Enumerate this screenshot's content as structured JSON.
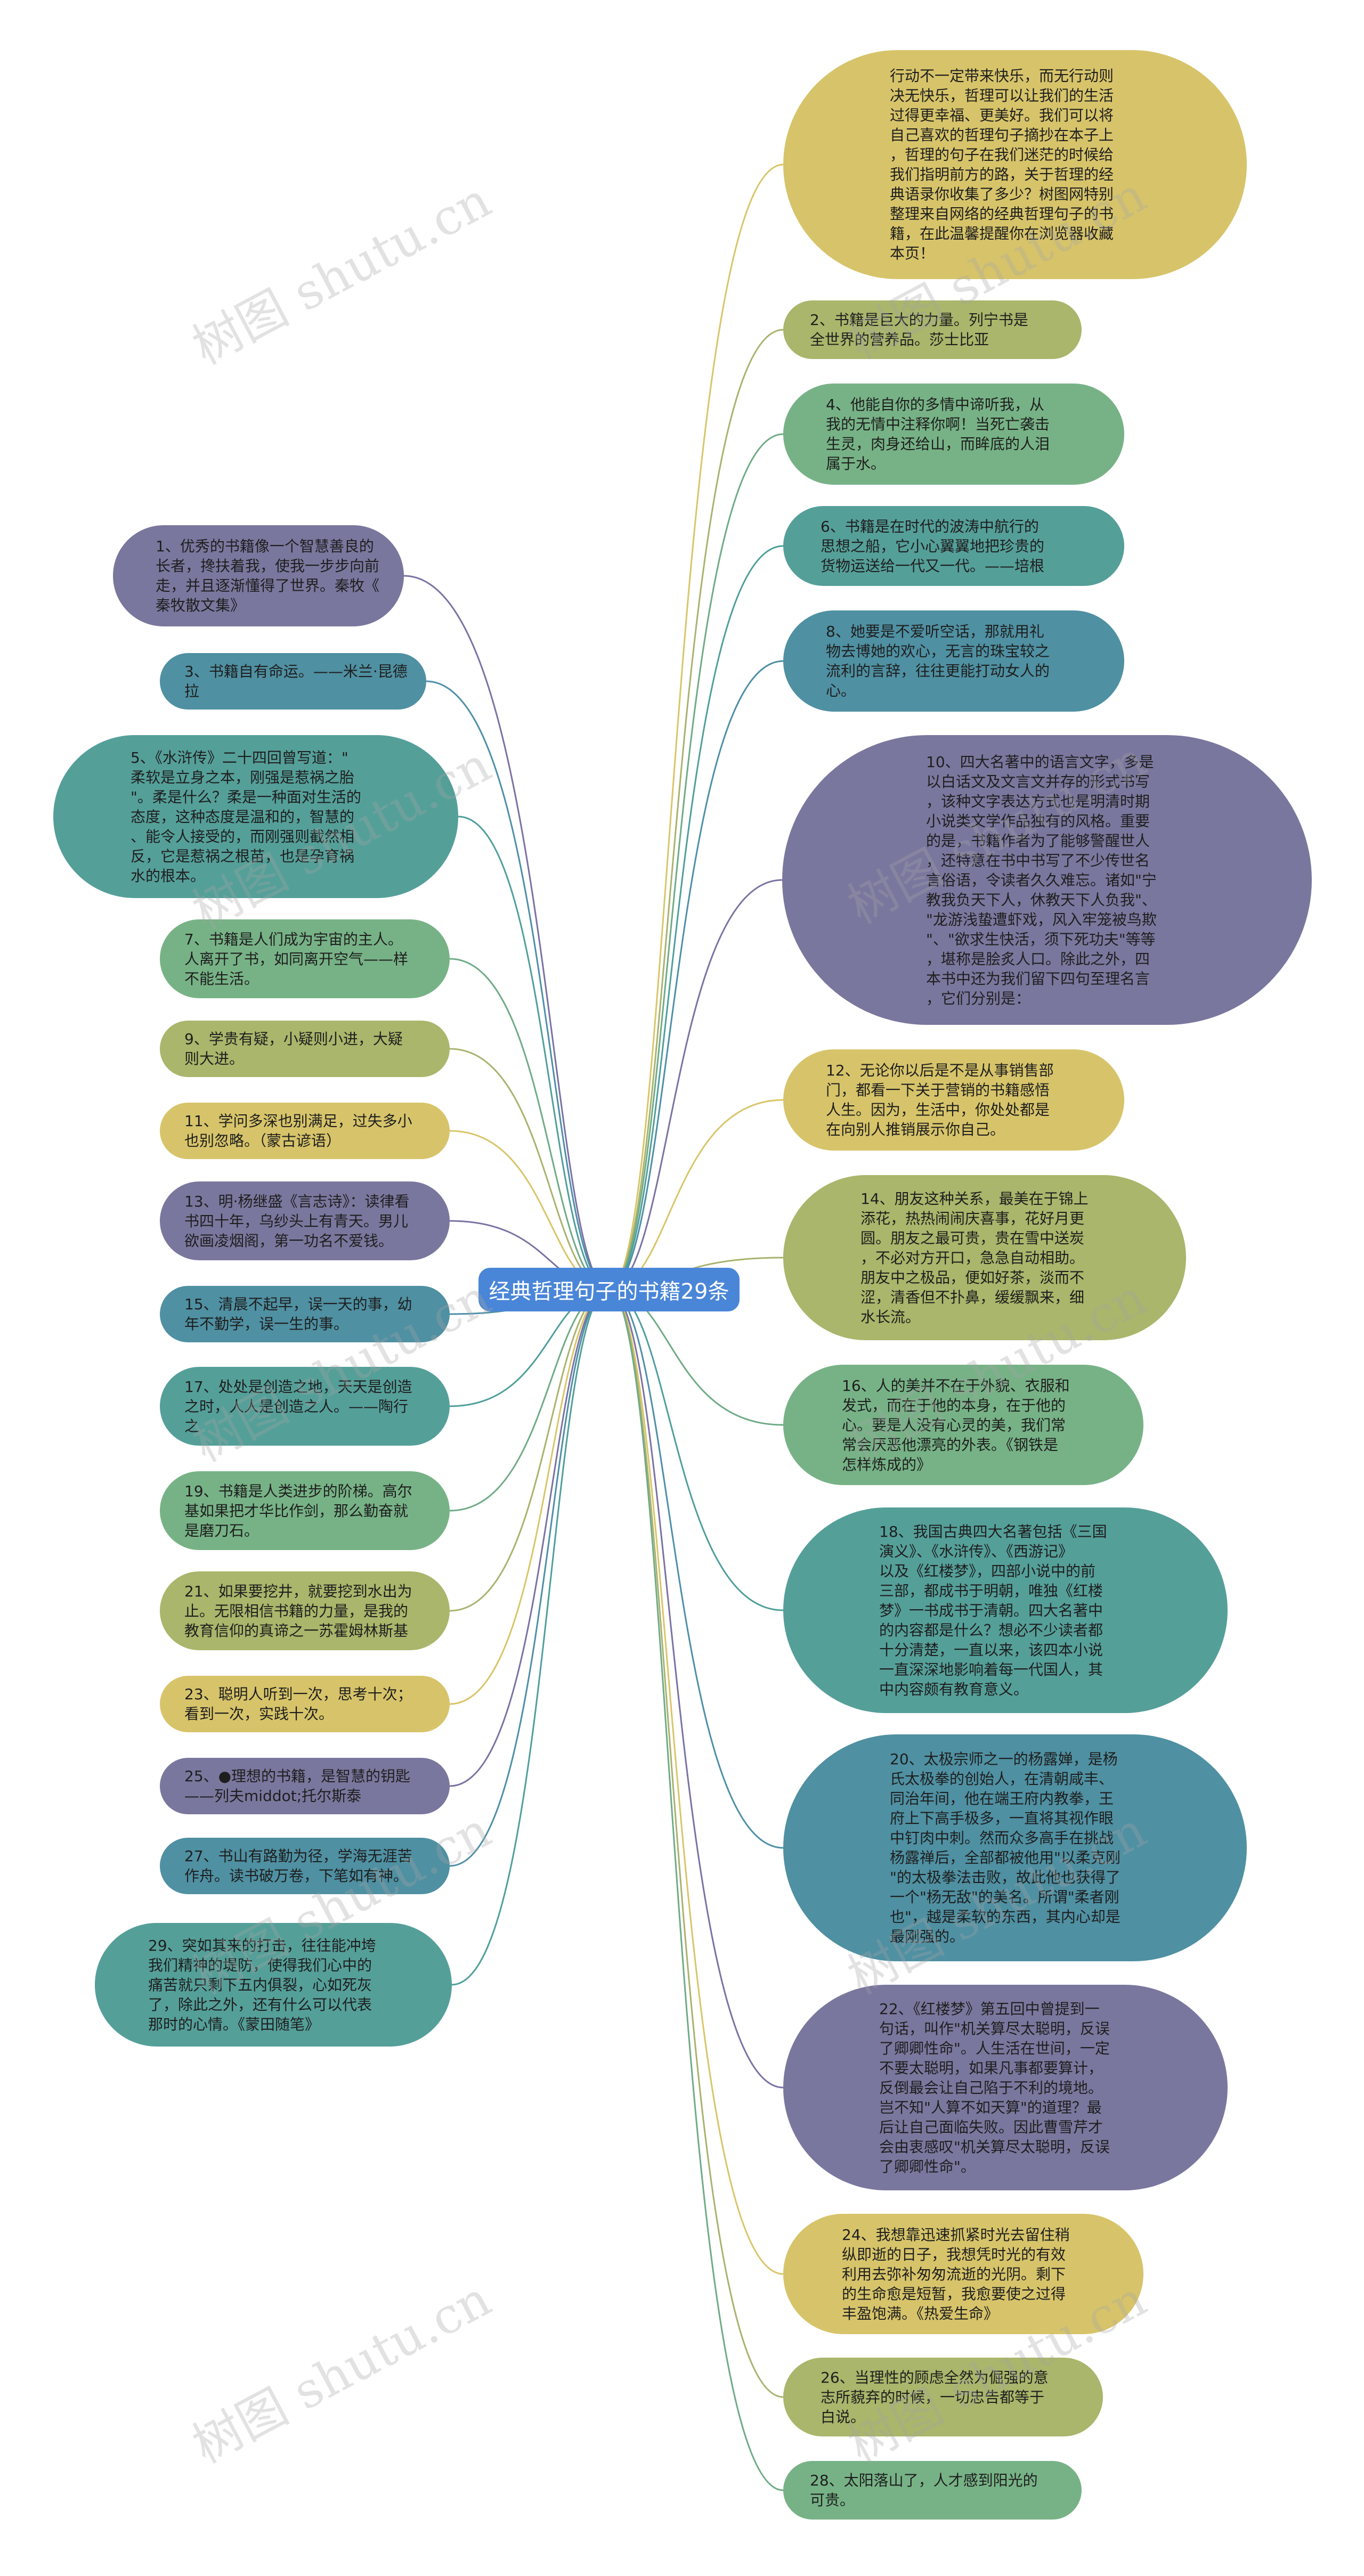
{
  "root": {
    "title": "经典哲理句子的书籍29条",
    "color": "#4a86d8"
  },
  "watermark": "树图 shutu.cn",
  "edge_colors": {
    "purple": "#7a72a3",
    "teal": "#4f9f9b",
    "blue": "#4e8fa8",
    "green": "#6fab86",
    "olive": "#a9b26e",
    "yellow": "#d9c568"
  },
  "node_colors": {
    "purple": "#7a779e",
    "teal": "#559f99",
    "blue": "#4f90a2",
    "green": "#77b286",
    "olive": "#a9b66b",
    "yellow": "#d7c46a"
  },
  "left_nodes": [
    {
      "id": "n1",
      "color": "purple",
      "text": "1、优秀的书籍像一个智慧善良的\n长者，搀扶着我，使我一步步向前\n走，并且逐渐懂得了世界。秦牧《\n秦牧散文集》"
    },
    {
      "id": "n3",
      "color": "blue",
      "text": "3、书籍自有命运。——米兰·昆德\n拉"
    },
    {
      "id": "n5",
      "color": "teal",
      "text": "5、《水浒传》二十四回曾写道：\"\n柔软是立身之本，刚强是惹祸之胎\n\"。柔是什么？柔是一种面对生活的\n态度，这种态度是温和的，智慧的\n、能令人接受的，而刚强则截然相\n反，它是惹祸之根苗，也是孕育祸\n水的根本。"
    },
    {
      "id": "n7",
      "color": "green",
      "text": "7、书籍是人们成为宇宙的主人。\n人离开了书，如同离开空气——样\n不能生活。"
    },
    {
      "id": "n9",
      "color": "olive",
      "text": "9、学贵有疑，小疑则小进，大疑\n则大进。"
    },
    {
      "id": "n11",
      "color": "yellow",
      "text": "11、学问多深也别满足，过失多小\n也别忽略。（蒙古谚语）"
    },
    {
      "id": "n13",
      "color": "purple",
      "text": "13、明·杨继盛《言志诗》：读律看\n书四十年，乌纱头上有青天。男儿\n欲画凌烟阁，第一功名不爱钱。"
    },
    {
      "id": "n15",
      "color": "blue",
      "text": "15、清晨不起早，误一天的事，幼\n年不勤学，误一生的事。"
    },
    {
      "id": "n17",
      "color": "teal",
      "text": "17、处处是创造之地，天天是创造\n之时，人人是创造之人。——陶行\n之"
    },
    {
      "id": "n19",
      "color": "green",
      "text": "19、书籍是人类进步的阶梯。高尔\n基如果把才华比作剑，那么勤奋就\n是磨刀石。"
    },
    {
      "id": "n21",
      "color": "olive",
      "text": "21、如果要挖井，就要挖到水出为\n止。无限相信书籍的力量，是我的\n教育信仰的真谛之一苏霍姆林斯基"
    },
    {
      "id": "n23",
      "color": "yellow",
      "text": "23、聪明人听到一次，思考十次；\n看到一次，实践十次。"
    },
    {
      "id": "n25",
      "color": "purple",
      "text": "25、●理想的书籍，是智慧的钥匙\n——列夫middot;托尔斯泰"
    },
    {
      "id": "n27",
      "color": "blue",
      "text": "27、书山有路勤为径，学海无涯苦\n作舟。读书破万卷，下笔如有神。"
    },
    {
      "id": "n29",
      "color": "teal",
      "text": "29、突如其来的打击，往往能冲垮\n我们精神的堤防，使得我们心中的\n痛苦就只剩下五内俱裂，心如死灰\n了，除此之外，还有什么可以代表\n那时的心情。《蒙田随笔》"
    }
  ],
  "right_nodes": [
    {
      "id": "intro",
      "color": "yellow",
      "text": "行动不一定带来快乐，而无行动则\n决无快乐，哲理可以让我们的生活\n过得更幸福、更美好。我们可以将\n自己喜欢的哲理句子摘抄在本子上\n，哲理的句子在我们迷茫的时候给\n我们指明前方的路，关于哲理的经\n典语录你收集了多少？树图网特别\n整理来自网络的经典哲理句子的书\n籍，在此温馨提醒你在浏览器收藏\n本页！"
    },
    {
      "id": "n2",
      "color": "olive",
      "text": "2、书籍是巨大的力量。列宁书是\n全世界的营养品。莎士比亚"
    },
    {
      "id": "n4",
      "color": "green",
      "text": "4、他能自你的多情中谛听我，从\n我的无情中注释你啊！当死亡袭击\n生灵，肉身还给山，而眸底的人泪\n属于水。"
    },
    {
      "id": "n6",
      "color": "teal",
      "text": "6、书籍是在时代的波涛中航行的\n思想之船，它小心翼翼地把珍贵的\n货物运送给一代又一代。——培根"
    },
    {
      "id": "n8",
      "color": "blue",
      "text": "8、她要是不爱听空话，那就用礼\n物去博她的欢心，无言的珠宝较之\n流利的言辞，往往更能打动女人的\n心。"
    },
    {
      "id": "n10",
      "color": "purple",
      "text": "10、四大名著中的语言文字，多是\n以白话文及文言文并存的形式书写\n，该种文字表达方式也是明清时期\n小说类文学作品独有的风格。重要\n的是，书籍作者为了能够警醒世人\n，还特意在书中书写了不少传世名\n言俗语，令读者久久难忘。诸如\"宁\n教我负天下人，休教天下人负我\"、\n\"龙游浅蛰遭虾戏，风入牢笼被鸟欺\n\"、\"欲求生快活，须下死功夫\"等等\n，堪称是脍炙人口。除此之外，四\n本书中还为我们留下四句至理名言\n，它们分别是："
    },
    {
      "id": "n12",
      "color": "yellow",
      "text": "12、无论你以后是不是从事销售部\n门，都看一下关于营销的书籍感悟\n人生。因为，生活中，你处处都是\n在向别人推销展示你自己。"
    },
    {
      "id": "n14",
      "color": "olive",
      "text": "14、朋友这种关系，最美在于锦上\n添花，热热闹闹庆喜事，花好月更\n圆。朋友之最可贵，贵在雪中送炭\n，不必对方开口，急急自动相助。\n朋友中之极品，便如好茶，淡而不\n涩，清香但不扑鼻，缓缓飘来，细\n水长流。"
    },
    {
      "id": "n16",
      "color": "green",
      "text": "16、人的美并不在于外貌、衣服和\n发式，而在于他的本身，在于他的\n心。要是人没有心灵的美，我们常\n常会厌恶他漂亮的外表。《钢铁是\n怎样炼成的》"
    },
    {
      "id": "n18",
      "color": "teal",
      "text": "18、我国古典四大名著包括《三国\n演义》、《水浒传》、《西游记》\n以及《红楼梦》，四部小说中的前\n三部，都成书于明朝，唯独《红楼\n梦》一书成书于清朝。四大名著中\n的内容都是什么？想必不少读者都\n十分清楚，一直以来，该四本小说\n一直深深地影响着每一代国人，其\n中内容颇有教育意义。"
    },
    {
      "id": "n20",
      "color": "blue",
      "text": "20、太极宗师之一的杨露婵，是杨\n氏太极拳的创始人，在清朝咸丰、\n同治年间，他在端王府内教拳，王\n府上下高手极多，一直将其视作眼\n中钉肉中刺。然而众多高手在挑战\n杨露禅后，全部都被他用\"以柔克刚\n\"的太极拳法击败，故此他也获得了\n一个\"杨无敌\"的美名。所谓\"柔者刚\n也\"，越是柔软的东西，其内心却是\n最刚强的。"
    },
    {
      "id": "n22",
      "color": "purple",
      "text": "22、《红楼梦》第五回中曾提到一\n句话，叫作\"机关算尽太聪明，反误\n了卿卿性命\"。人生活在世间，一定\n不要太聪明，如果凡事都要算计，\n反倒最会让自己陷于不利的境地。\n岂不知\"人算不如天算\"的道理？最\n后让自己面临失败。因此曹雪芹才\n会由衷感叹\"机关算尽太聪明，反误\n了卿卿性命\"。"
    },
    {
      "id": "n24",
      "color": "yellow",
      "text": "24、我想靠迅速抓紧时光去留住稍\n纵即逝的日子，我想凭时光的有效\n利用去弥补匆匆流逝的光阴。剩下\n的生命愈是短暂，我愈要使之过得\n丰盈饱满。《热爱生命》"
    },
    {
      "id": "n26",
      "color": "olive",
      "text": "26、当理性的顾虑全然为倔强的意\n志所藐弃的时候，一切忠告都等于\n白说。"
    },
    {
      "id": "n28",
      "color": "green",
      "text": "28、太阳落山了，人才感到阳光的\n可贵。"
    }
  ]
}
